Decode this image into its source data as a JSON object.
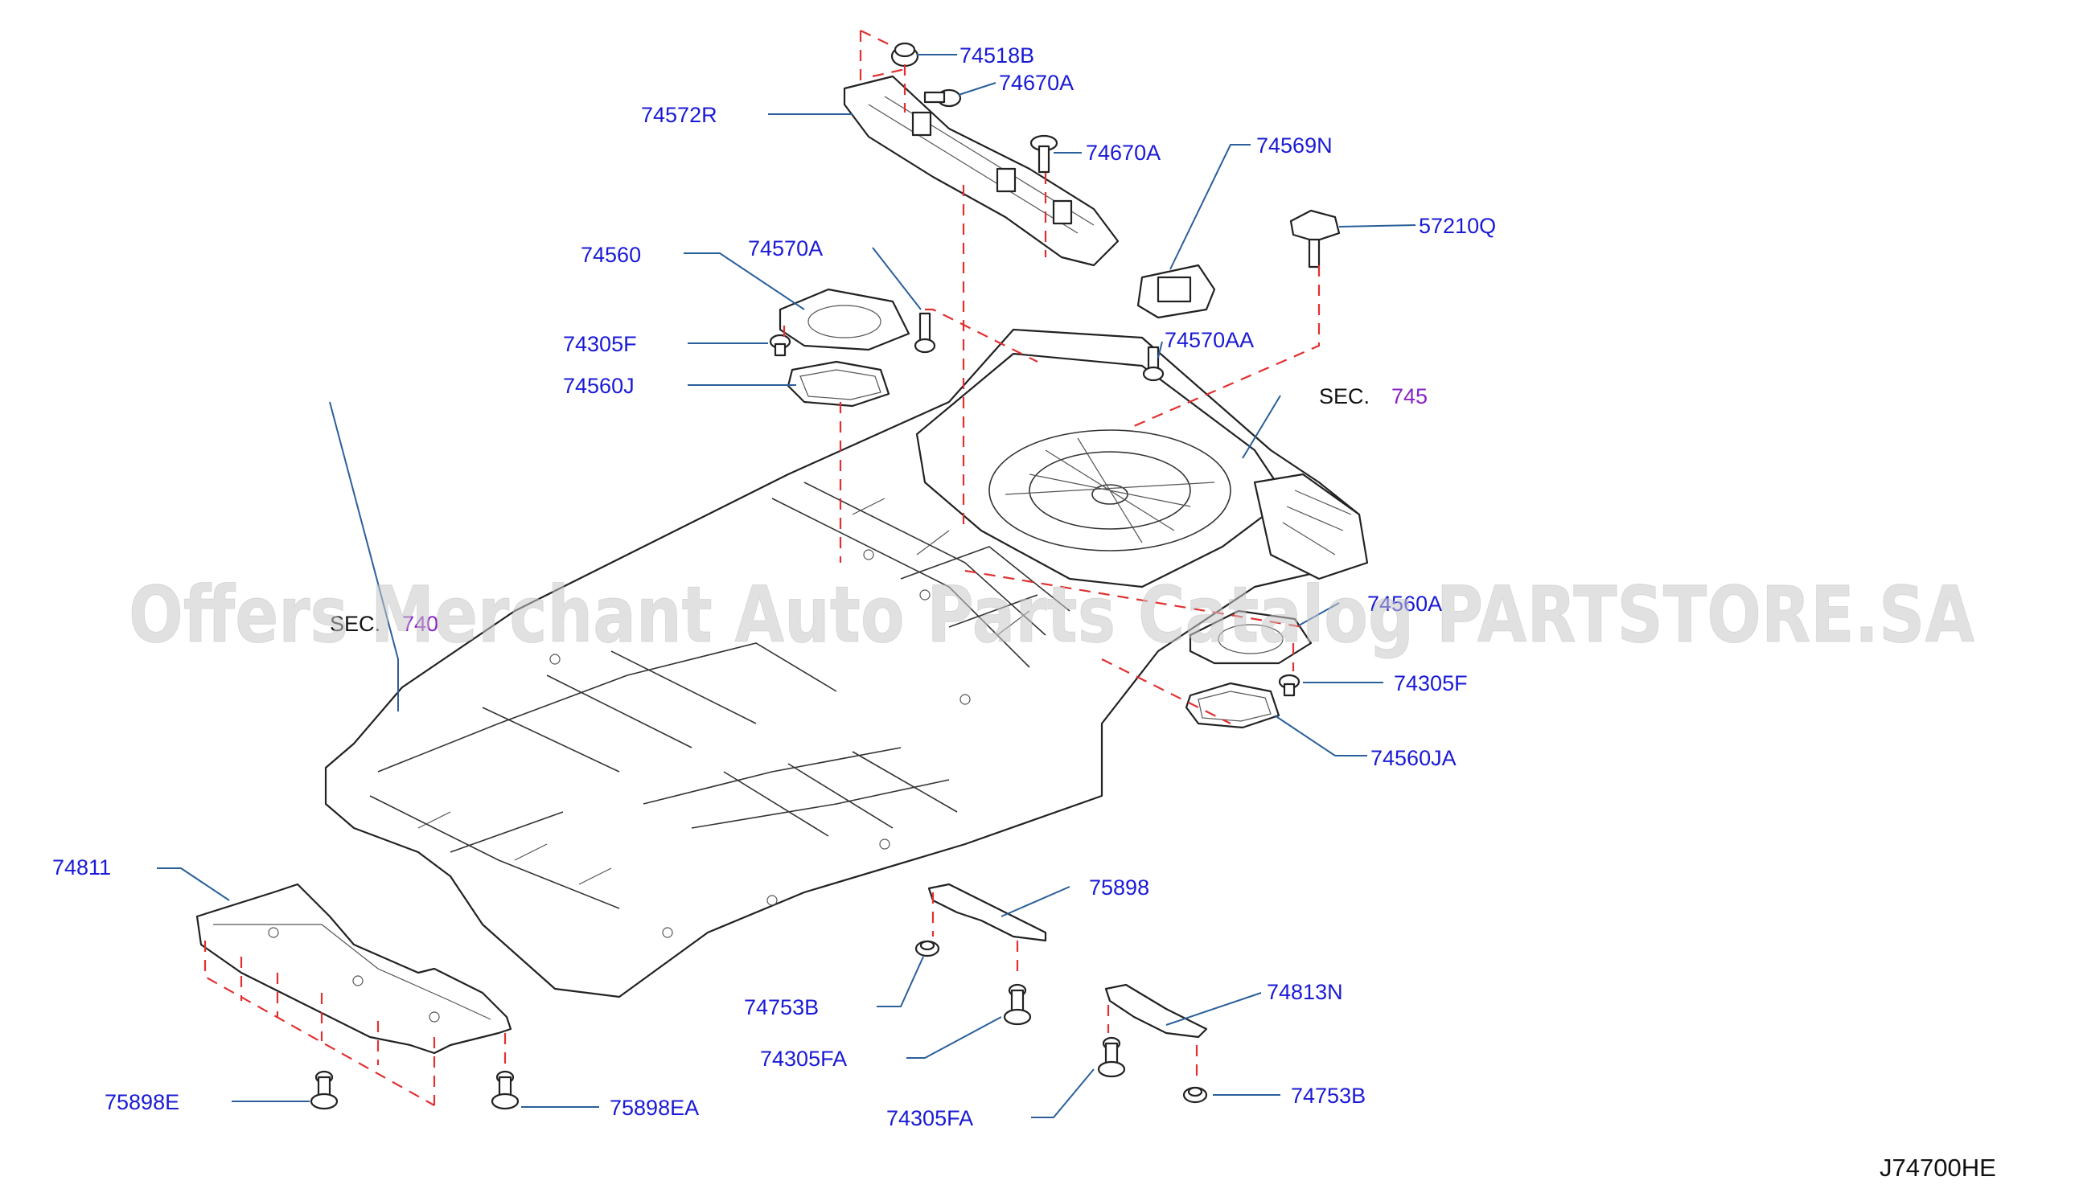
{
  "diagram": {
    "code": "J74700HE",
    "watermark": "Offers Merchant Auto Parts Catalog PARTSTORE.SA",
    "section_labels": {
      "sec_word": "SEC.",
      "sec_745_num": "745",
      "sec_740_prefix": "SEC.",
      "sec_740_num": "740"
    },
    "part_labels": {
      "p74518B": "74518B",
      "p74670A_top": "74670A",
      "p74572R": "74572R",
      "p74670A_mid": "74670A",
      "p74569N": "74569N",
      "p57210Q": "57210Q",
      "p74560": "74560",
      "p74570A": "74570A",
      "p74305F_left": "74305F",
      "p74560J": "74560J",
      "p74570AA": "74570AA",
      "p74560A": "74560A",
      "p74305F_right": "74305F",
      "p74560JA": "74560JA",
      "p74811": "74811",
      "p75898": "75898",
      "p74753B_left": "74753B",
      "p74305FA_left": "74305FA",
      "p74813N": "74813N",
      "p74753B_right": "74753B",
      "p74305FA_right": "74305FA",
      "p75898E": "75898E",
      "p75898EA": "75898EA"
    },
    "colors": {
      "label": "#1a1ad6",
      "leader": "#2a5f9a",
      "dashed_guide": "#e23030",
      "outline": "#222222",
      "section_ref": "#8a22c8",
      "watermark": "#c8c8c8"
    }
  }
}
